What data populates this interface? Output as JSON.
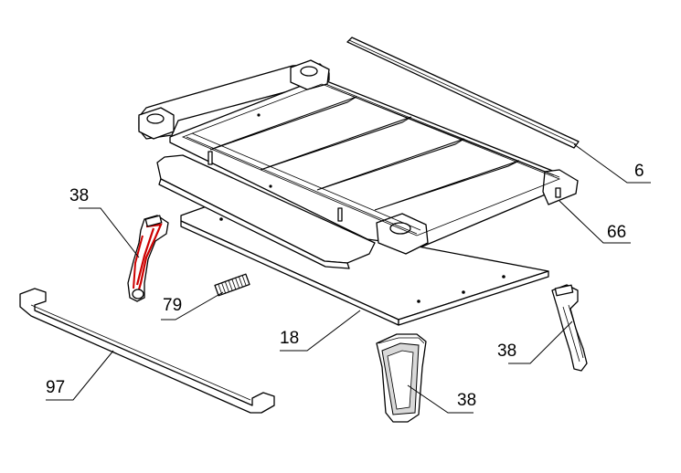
{
  "diagram": {
    "type": "exploded parts drawing",
    "colors": {
      "highlight": "#cc0000",
      "line": "#000000",
      "background": "#ffffff"
    },
    "labels": {
      "rod": "6",
      "tray_frame": "66",
      "left_leg_holder": "38",
      "right_leg_holder": "38",
      "front_leg": "38",
      "spring": "79",
      "base_plate": "18",
      "bracket": "97"
    }
  }
}
